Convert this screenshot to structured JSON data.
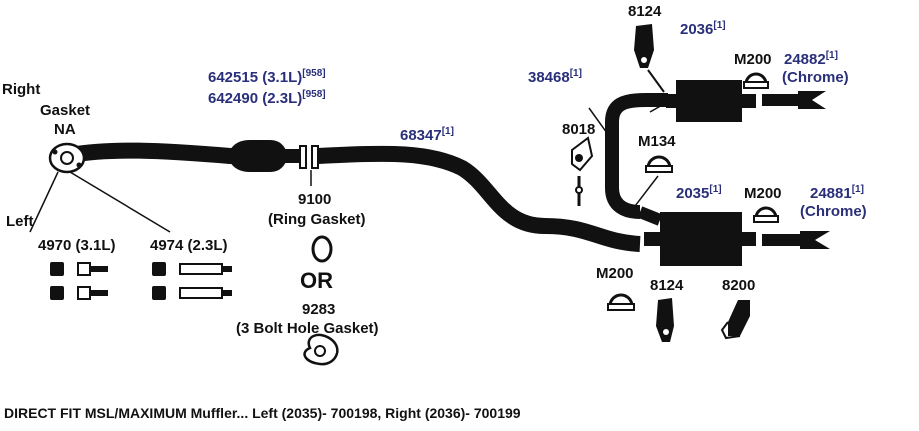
{
  "colors": {
    "part_number": "#2a2f7a",
    "text": "#111111",
    "pipe": "#111111"
  },
  "labels": {
    "right": "Right",
    "gasket": "Gasket",
    "na": "NA",
    "left": "Left",
    "part_4970": "4970 (3.1L)",
    "part_4974": "4974 (2.3L)",
    "converter_a": "642515 (3.1L)",
    "converter_a_note": "[958]",
    "converter_b": "642490 (2.3L)",
    "converter_b_note": "[958]",
    "ring_gasket_number": "9100",
    "ring_gasket_name": "(Ring Gasket)",
    "or": "OR",
    "bolt_gasket_number": "9283",
    "bolt_gasket_name": "(3 Bolt Hole Gasket)",
    "pipe_68347": "68347",
    "pipe_68347_note": "[1]",
    "pipe_38468": "38468",
    "pipe_38468_note": "[1]",
    "hanger_8018": "8018",
    "hanger_8124_top": "8124",
    "muffler_2036": "2036",
    "muffler_2036_note": "[1]",
    "clamp_m200_top": "M200",
    "tip_24882": "24882",
    "tip_24882_note": "[1]",
    "chrome_top": "(Chrome)",
    "clamp_m134": "M134",
    "muffler_2035": "2035",
    "muffler_2035_note": "[1]",
    "clamp_m200_mid": "M200",
    "tip_24881": "24881",
    "tip_24881_note": "[1]",
    "chrome_bottom": "(Chrome)",
    "clamp_m200_bottom": "M200",
    "hanger_8124_bottom": "8124",
    "hanger_8200": "8200",
    "footer": "DIRECT FIT MSL/MAXIMUM Muffler... Left (2035)- 700198, Right (2036)- 700199"
  }
}
